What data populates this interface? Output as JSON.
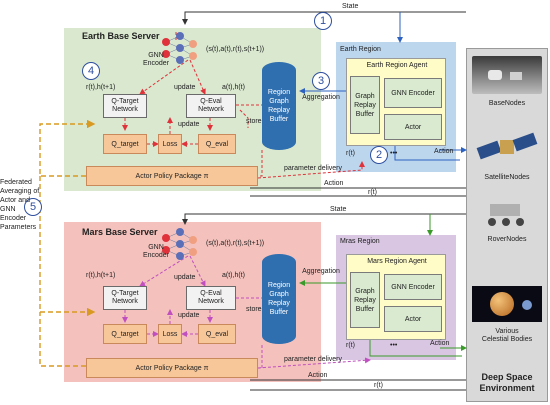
{
  "earth": {
    "server_title": "Earth Base Server",
    "encoder": "GNN\nEncoder",
    "tuple": "(s(t),a(t),r(t),s(t+1))",
    "rh_left": "r(t),h(t+1)",
    "ah_right": "a(t),h(t)",
    "update_top": "update",
    "q_target_net": "Q-Target\nNetwork",
    "q_eval_net": "Q-Eval\nNetwork",
    "update_mid": "update",
    "store": "store",
    "q_target": "Q_target",
    "loss": "Loss",
    "q_eval": "Q_eval",
    "policy": "Actor Policy Package  π",
    "region_title": "Earth Region",
    "agent_title": "Earth Region Agent",
    "replay_buffer": "Graph\nReplay\nBuffer",
    "gnn_encoder": "GNN Encoder",
    "actor": "Actor",
    "cylinder": "Region\nGraph\nReplay\nBuffer",
    "aggregation": "Aggregation",
    "param_delivery": "parameter delivery",
    "action_small": "Action",
    "action": "Action",
    "rt": "r(t)",
    "rt_bottom": "r(t)",
    "state": "State",
    "ellipsis": "•••"
  },
  "mars": {
    "server_title": "Mars Base Server",
    "encoder": "GNN\nEncoder",
    "tuple": "(s(t),a(t),r(t),s(t+1))",
    "rh_left": "r(t),h(t+1)",
    "ah_right": "a(t),h(t)",
    "update_top": "update",
    "q_target_net": "Q-Target\nNetwork",
    "q_eval_net": "Q-Eval\nNetwork",
    "update_mid": "update",
    "store": "store",
    "q_target": "Q_target",
    "loss": "Loss",
    "q_eval": "Q_eval",
    "policy": "Actor Policy Package  π",
    "region_title": "Mras Region",
    "agent_title": "Mars Region Agent",
    "replay_buffer": "Graph\nReplay\nBuffer",
    "gnn_encoder": "GNN Encoder",
    "actor": "Actor",
    "cylinder": "Region\nGraph\nReplay\nBuffer",
    "aggregation": "Aggregation",
    "param_delivery": "parameter delivery",
    "action_small": "Action",
    "action": "Action",
    "rt": "r(t)",
    "rt_bottom": "r(t)",
    "state": "State",
    "ellipsis": "•••"
  },
  "federated": "Federated\nAveraging of\nActor and\nGNN\nEncoder\nParameters",
  "circled": {
    "one": "1",
    "two": "2",
    "three": "3",
    "four": "4",
    "five": "5"
  },
  "env": {
    "title": "Deep Space\nEnvironment",
    "base_nodes": "BaseNodes",
    "satellite_nodes": "SatelliteNodes",
    "rover_nodes": "RoverNodes",
    "celestial": "Various\nCelestial Bodies"
  },
  "colors": {
    "earth_server_bg": "#d9e8cf",
    "mars_server_bg": "#f4c1bc",
    "earth_region_bg": "#bcd6ee",
    "mars_region_bg": "#d8c6e2",
    "agent_bg": "#fffcc8",
    "cylinder": "#2f6fb0",
    "env_bg": "#d9d9d9"
  }
}
